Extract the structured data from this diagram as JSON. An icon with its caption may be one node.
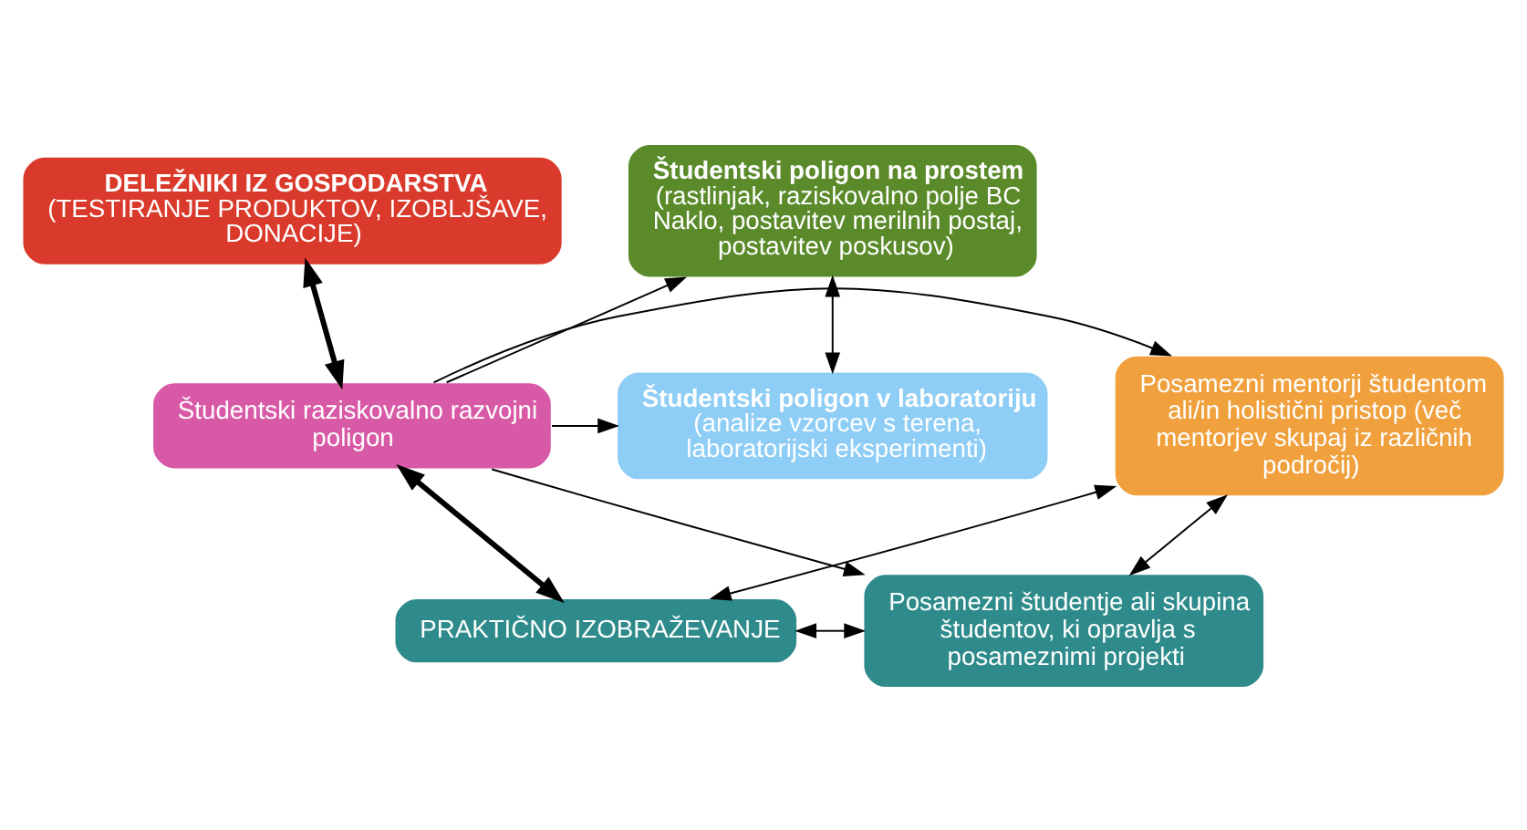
{
  "diagram": {
    "nodes": [
      {
        "text": [
          "Študentski poligon na prostem",
          "(rastlinjak, raziskovalno polje BC Naklo, postavitev merilnih postaj, postavitev poskusov)"
        ]
      },
      {
        "text": [
          "DELEŽNIKI IZ GOSPODARSTVA",
          "(TESTIRANJE PRODUKTOV, IZOBLJŠAVE, DONACIJE)"
        ]
      },
      {
        "text": [
          "Posamezni mentorji študentom ali/in holistični pristop (več mentorjev skupaj iz različnih področij)"
        ]
      },
      {
        "text": [
          "Študentski raziskovalno razvojni poligon"
        ]
      },
      {
        "text": [
          "Študentski poligon v laboratoriju",
          "(analize vzorcev s terena, laboratorijski eksperimenti)"
        ]
      },
      {
        "text": [
          "PRAKTIČNO IZOBRAŽEVANJE"
        ]
      },
      {
        "text": [
          "Posamezni študentje ali skupina študentov, ki opravlja s posameznimi projekti"
        ]
      }
    ],
    "edges": [
      {
        "from": 3,
        "to": 0,
        "arrow": "to"
      },
      {
        "from": 0,
        "to": 4,
        "arrow": "both"
      },
      {
        "from": 3,
        "to": 1,
        "arrow": "both",
        "style": "thick"
      },
      {
        "from": 3,
        "to": 2,
        "arrow": "to"
      },
      {
        "from": 3,
        "to": 4,
        "arrow": "to"
      },
      {
        "from": 3,
        "to": 6,
        "arrow": "to"
      },
      {
        "from": 2,
        "to": 6,
        "arrow": "both"
      },
      {
        "from": 2,
        "to": 5,
        "arrow": "both"
      },
      {
        "from": 3,
        "to": 5,
        "arrow": "both",
        "style": "thick"
      },
      {
        "from": 5,
        "to": 6,
        "arrow": "both"
      }
    ]
  }
}
